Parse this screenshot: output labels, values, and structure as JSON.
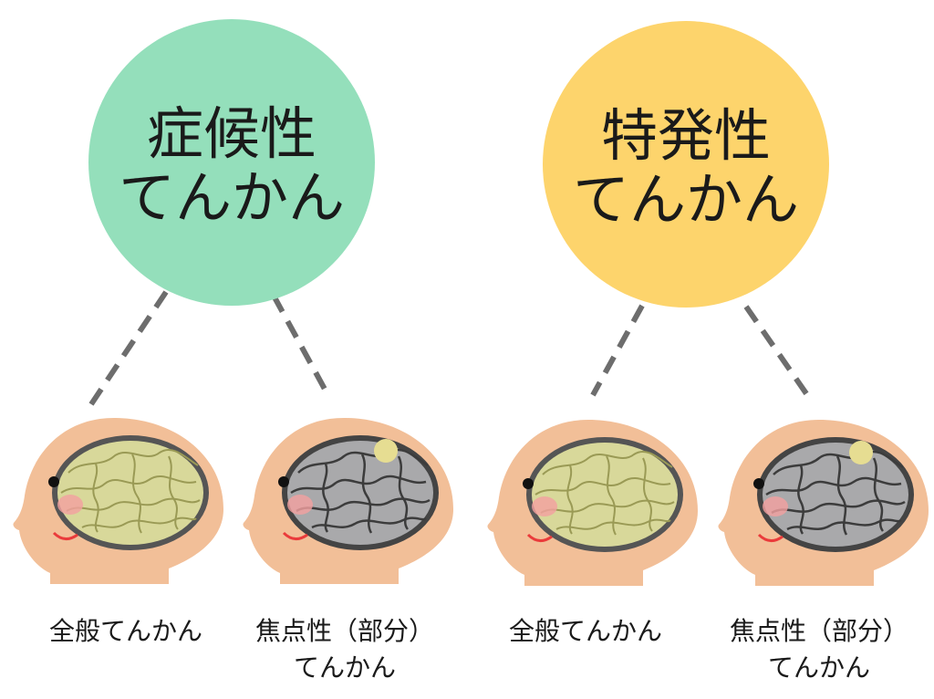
{
  "circles": [
    {
      "line1": "症候性",
      "line2": "てんかん",
      "color": "#94dfbb"
    },
    {
      "line1": "特発性",
      "line2": "てんかん",
      "color": "#fdd46c"
    }
  ],
  "captions": [
    {
      "line1": "全般てんかん",
      "line2": ""
    },
    {
      "line1": "焦点性（部分）",
      "line2": "てんかん"
    },
    {
      "line1": "全般てんかん",
      "line2": ""
    },
    {
      "line1": "焦点性（部分）",
      "line2": "てんかん"
    }
  ],
  "colors": {
    "skin": "#f2bf98",
    "brain_generalized": "#d8d89a",
    "brain_gray": "#a9a9ab",
    "focus_spot": "#e6dd92",
    "cheek": "#f4a0a0",
    "mouth": "#ea3b3b",
    "connector": "#6d6d6d"
  },
  "heads": [
    {
      "type": "generalized-brain"
    },
    {
      "type": "focal-brain"
    },
    {
      "type": "generalized-brain"
    },
    {
      "type": "focal-brain"
    }
  ]
}
